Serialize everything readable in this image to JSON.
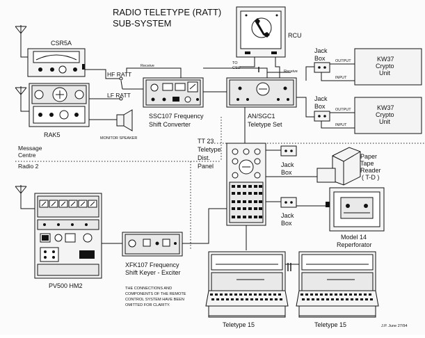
{
  "title": {
    "line1": "RADIO TELETYPE (RATT)",
    "line2": "SUB-SYSTEM"
  },
  "labels": {
    "csr5a": "CSR5A",
    "rak5": "RAK5",
    "hf_ratt": "HF RATT",
    "lf_ratt": "LF RATT",
    "receive_left": "Receive",
    "receive_right": "Receive",
    "monitor_speaker": "MONITOR SPEAKER",
    "ssc107_line1": "SSC107  Frequency",
    "ssc107_line2": "Shift Converter",
    "rcu": "RCU",
    "to_csu_1": "TO",
    "to_csu_2": "CSU",
    "an_sgc1_line1": "AN/SGC1",
    "an_sgc1_line2": "Teletype  Set",
    "jack_box_1a": "Jack",
    "jack_box_1b": "Box",
    "jack_box_2a": "Jack",
    "jack_box_2b": "Box",
    "output_1": "OUTPUT",
    "input_1": "INPUT",
    "output_2": "OUTPUT",
    "input_2": "INPUT",
    "kw37_1_line1": "KW37",
    "kw37_1_line2": "Crypto",
    "kw37_1_line3": "Unit",
    "kw37_2_line1": "KW37",
    "kw37_2_line2": "Crypto",
    "kw37_2_line3": "Unit",
    "message_centre_1": "Message",
    "message_centre_2": "Centre",
    "radio_2": "Radio 2",
    "tt23_line1": "TT 23",
    "tt23_line2": "Teletype",
    "tt23_line3": "Dist.",
    "tt23_line4": "Panel",
    "jack_box_3a": "Jack",
    "jack_box_3b": "Box",
    "jack_box_4a": "Jack",
    "jack_box_4b": "Box",
    "paper_tape_1": "Paper",
    "paper_tape_2": "Tape",
    "paper_tape_3": "Reader",
    "paper_tape_4": "( T-D )",
    "model14_line1": "Model 14",
    "model14_line2": "Reperforator",
    "xfk107_line1": "XFK107 Frequency",
    "xfk107_line2": "Shift Keyer - Exciter",
    "note_line1": "THE CONNECTIONS  AND",
    "note_line2": "COMPONENTS OF THE REMOTE",
    "note_line3": "CONTROL SYSTEM HAVE BEEN",
    "note_line4": "OMITTED FOR CLARITY.",
    "pv500": "PV500 HM2",
    "teletype15_left": "Teletype 15",
    "teletype15_right": "Teletype 15",
    "credit": "J.P.    June 27/94"
  }
}
